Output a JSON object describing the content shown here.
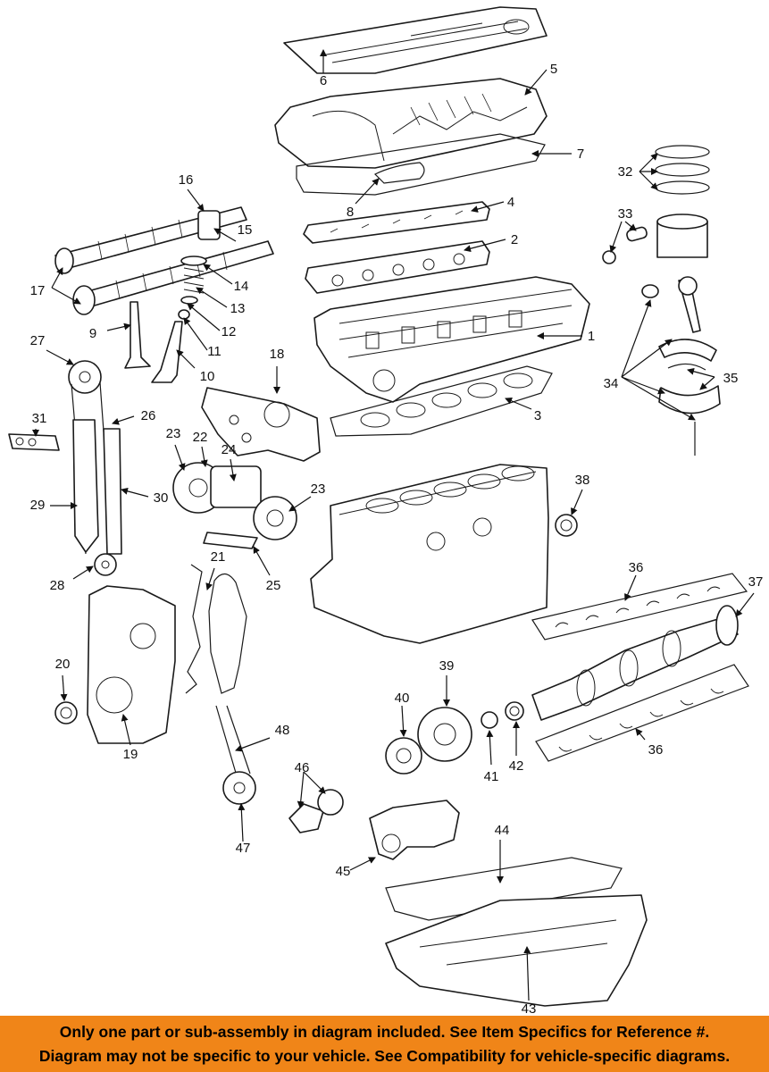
{
  "diagram": {
    "callouts": [
      "1",
      "2",
      "3",
      "4",
      "5",
      "6",
      "7",
      "8",
      "9",
      "10",
      "11",
      "12",
      "13",
      "14",
      "15",
      "16",
      "17",
      "18",
      "19",
      "20",
      "21",
      "22",
      "23",
      "23",
      "24",
      "25",
      "26",
      "27",
      "28",
      "29",
      "30",
      "31",
      "32",
      "33",
      "34",
      "35",
      "36",
      "36",
      "37",
      "38",
      "39",
      "40",
      "41",
      "42",
      "43",
      "44",
      "45",
      "46",
      "47",
      "48"
    ]
  },
  "footer": {
    "line1": "Only one part or sub-assembly in diagram included. See Item Specifics for Reference #.",
    "line2": "Diagram may not be specific to your vehicle. See Compatibility for vehicle-specific diagrams.",
    "background": "#f08518"
  }
}
